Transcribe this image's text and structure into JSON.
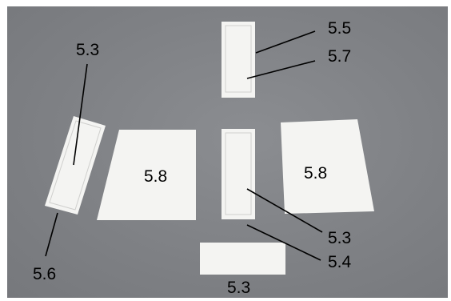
{
  "labels": {
    "top_outer": "5.5",
    "top_inner": "5.7",
    "left_inner": "5.3",
    "left_outer": "5.6",
    "left_trapezoid": "5.8",
    "right_trapezoid": "5.8",
    "center_inner": "5.3",
    "center_outer": "5.4",
    "bottom_piece": "5.3"
  },
  "colors": {
    "background": "#808286",
    "paper": "#f4f4f2",
    "border": "#cfcfcd",
    "leader_line": "#000000"
  }
}
